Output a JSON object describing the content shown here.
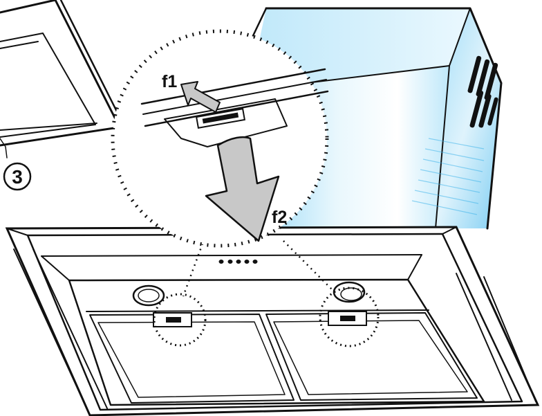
{
  "labels": {
    "callout": "3",
    "step1": "f1",
    "step2": "f2"
  },
  "colors": {
    "outline": "#111111",
    "duct_blue": "#5fc3f0",
    "duct_light": "#e6f6fd",
    "arrow_fill": "#c8c8c8",
    "background": "#ffffff"
  },
  "icons": {
    "step1_arrow": "arrow-down-right-icon",
    "step2_arrow": "arrow-down-icon"
  }
}
